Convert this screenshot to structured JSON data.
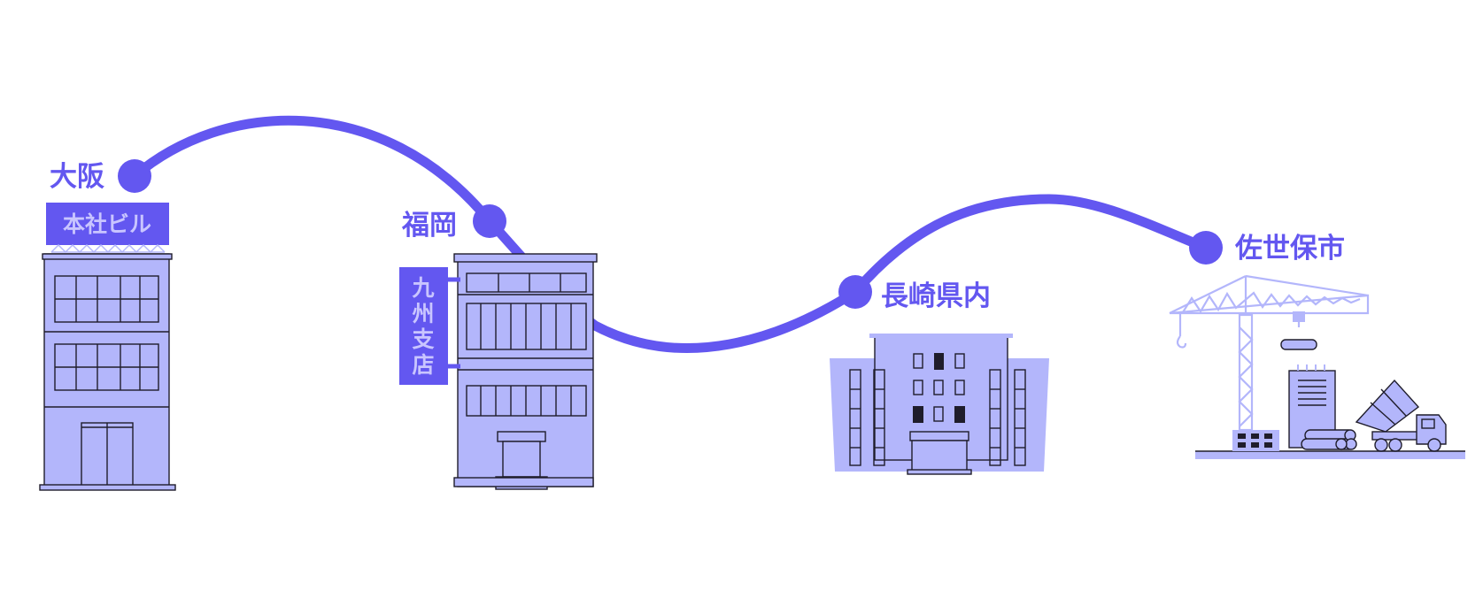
{
  "diagram": {
    "colors": {
      "route": "#6357f0",
      "building_fill": "#b3b6fb",
      "outline": "#1f1d2b",
      "sign_bg": "#6357f0",
      "sign_text": "#c9c5ff"
    },
    "locations": [
      {
        "id": "osaka",
        "label": "大阪",
        "sign": "本社ビル",
        "icon": "office-building-icon"
      },
      {
        "id": "fukuoka",
        "label": "福岡",
        "sign": [
          "九",
          "州",
          "支",
          "店"
        ],
        "icon": "branch-office-building-icon"
      },
      {
        "id": "nagasaki",
        "label": "長崎県内",
        "icon": "government-building-icon"
      },
      {
        "id": "sasebo",
        "label": "佐世保市",
        "icon": "construction-site-icon"
      }
    ]
  }
}
